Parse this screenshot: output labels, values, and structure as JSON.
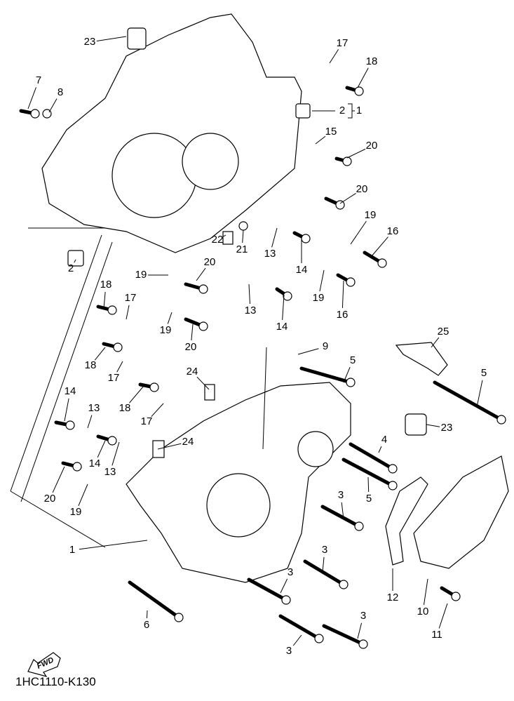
{
  "diagram_code": "1HC1110-K130",
  "fwd_label": "FWD",
  "callouts": [
    "23",
    "17",
    "18",
    "7",
    "8",
    "2",
    "1",
    "15",
    "20",
    "20",
    "19",
    "16",
    "22",
    "21",
    "13",
    "14",
    "2",
    "19",
    "20",
    "19",
    "16",
    "13",
    "14",
    "18",
    "17",
    "19",
    "20",
    "9",
    "25",
    "5",
    "5",
    "18",
    "17",
    "24",
    "18",
    "17",
    "14",
    "13",
    "23",
    "4",
    "24",
    "14",
    "13",
    "5",
    "3",
    "20",
    "19",
    "1",
    "3",
    "3",
    "12",
    "10",
    "3",
    "6",
    "11",
    "3"
  ]
}
